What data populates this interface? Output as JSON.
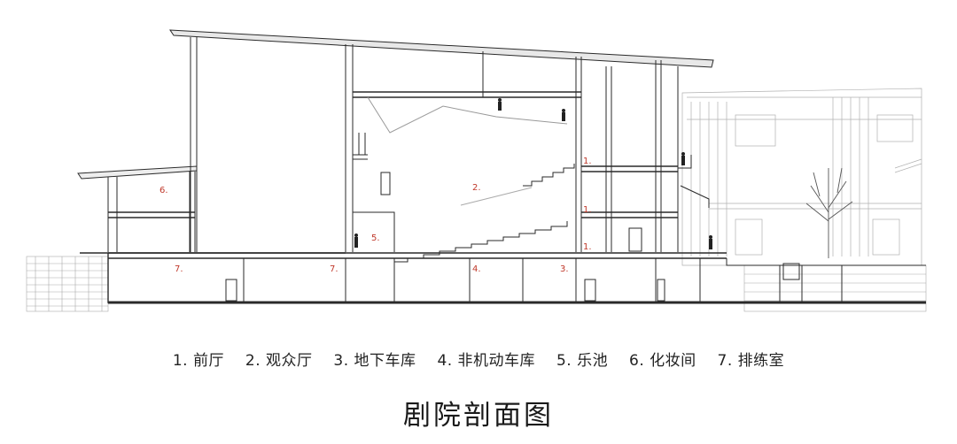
{
  "section_labels": {
    "lobby_1": "1.",
    "lobby_2": "1.",
    "lobby_3": "1.",
    "auditorium": "2.",
    "garage": "3.",
    "bike_garage": "4.",
    "pit": "5.",
    "dressing": "6.",
    "rehearsal_1": "7.",
    "rehearsal_2": "7."
  },
  "legend": [
    "1. 前厅",
    "2. 观众厅",
    "3. 地下车库",
    "4. 非机动车库",
    "5. 乐池",
    "6. 化妆间",
    "7. 排练室"
  ],
  "title": "剧院剖面图",
  "colors": {
    "label": "#c0392b",
    "line": "#2a2a2a",
    "light_line": "#9a9a9a"
  }
}
